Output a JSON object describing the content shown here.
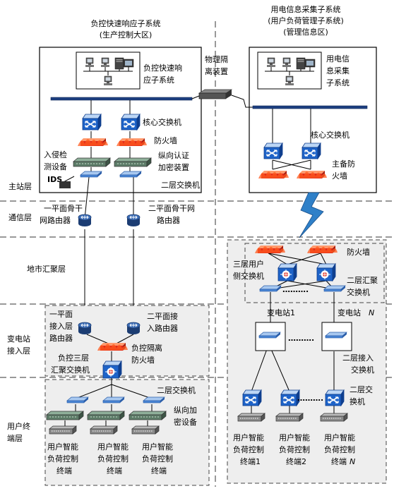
{
  "titles": {
    "left_title_1": "负控快速响应子系统",
    "left_title_2": "(生产控制大区)",
    "right_title_1": "用电信息采集子系统",
    "right_title_2": "(用户负荷管理子系统)",
    "right_title_3": "(管理信息区)"
  },
  "layers": {
    "main_station": "主站层",
    "comm": "通信层",
    "city_1": "地市汇聚层",
    "substation_1": "变电站",
    "substation_2": "接入层",
    "user_1": "用户终",
    "user_2": "端层"
  },
  "isolation": {
    "line1": "物理隔",
    "line2": "离装置"
  },
  "left_system": {
    "server_label_1": "负控快速响",
    "server_label_2": "应子系统",
    "core_switch": "核心交换机",
    "firewall": "防火墙",
    "ids_1": "入侵检",
    "ids_2": "测设备",
    "ids_tag": "IDS",
    "auth_1": "纵向认证",
    "auth_2": "加密装置",
    "l2_switch": "二层交换机"
  },
  "right_system": {
    "server_label_1": "用电信",
    "server_label_2": "息采集",
    "server_label_3": "子系统",
    "core_switch": "核心交换机",
    "fw_1": "主备防",
    "fw_2": "火墙"
  },
  "backbone": {
    "plane1_1": "一平面骨干",
    "plane1_2": "网路由器",
    "plane2_1": "二平面骨干网",
    "plane2_2": "路由器"
  },
  "right_agg": {
    "firewall": "防火墙",
    "l3_1": "三层用户",
    "l3_2": "侧交换机",
    "l2_1": "二层汇聚",
    "l2_2": "交换机",
    "dots": "……….",
    "sub1": "变电站1",
    "subN": "变电站",
    "subN_italic": "N",
    "access_1": "二层接入",
    "access_2": "交换机"
  },
  "left_sub": {
    "p1_1": "一平面",
    "p1_2": "接入层",
    "p1_3": "路由器",
    "p2_1": "二平面接",
    "p2_2": "入路由器",
    "fw_1": "负控隔离",
    "fw_2": "防火墙",
    "l3_1": "负控三层",
    "l3_2": "汇聚交换机"
  },
  "left_user": {
    "l2_switch": "二层交换机",
    "enc_1": "纵向加",
    "enc_2": "密设备",
    "term_1": "用户智能",
    "term_2": "负荷控制",
    "term_3": "终端"
  },
  "right_user": {
    "l2_1": "二层交",
    "l2_2": "换机",
    "dots": "……….",
    "term_1": "用户智能",
    "term_2": "负荷控制",
    "t1": "终端1",
    "t2": "终端2",
    "tN": "终端",
    "tN_italic": "N"
  },
  "colors": {
    "switch_blue": "#1e63c8",
    "firewall_red": "#e02a1a",
    "router_dark": "#1c3d73",
    "panel_gray": "#eeeeee"
  }
}
